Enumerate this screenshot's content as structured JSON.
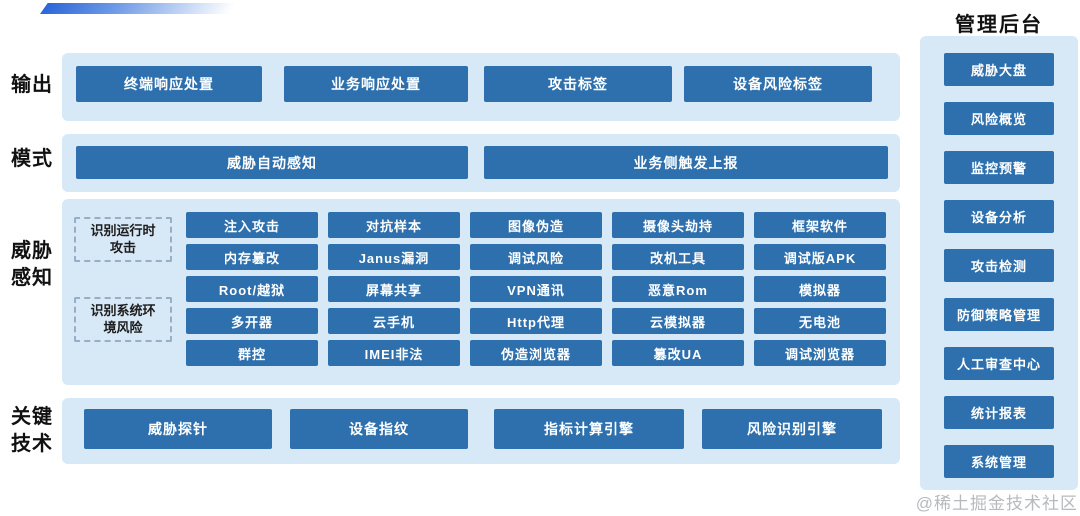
{
  "diagram": {
    "watermark": "@稀土掘金技术社区",
    "colors": {
      "button_blue": "#2d70ad",
      "panel_light_blue": "#d7e8f7",
      "accent_blue": "#2b66d8",
      "label_black": "#111111",
      "watermark_gray": "#b7babd"
    },
    "rows": {
      "output": {
        "label": "输出",
        "items": [
          "终端响应处置",
          "业务响应处置",
          "攻击标签",
          "设备风险标签"
        ]
      },
      "mode": {
        "label": "模式",
        "items": [
          "威胁自动感知",
          "业务侧触发上报"
        ]
      },
      "threat": {
        "label_lines": [
          "威胁",
          "感知"
        ],
        "sublabels": [
          {
            "lines": [
              "识别运行时",
              "攻击"
            ]
          },
          {
            "lines": [
              "识别系统环",
              "境风险"
            ]
          }
        ],
        "grid": [
          [
            "注入攻击",
            "对抗样本",
            "图像伪造",
            "摄像头劫持",
            "框架软件"
          ],
          [
            "内存篡改",
            "Janus漏洞",
            "调试风险",
            "改机工具",
            "调试版APK"
          ],
          [
            "Root/越狱",
            "屏幕共享",
            "VPN通讯",
            "恶意Rom",
            "模拟器"
          ],
          [
            "多开器",
            "云手机",
            "Http代理",
            "云模拟器",
            "无电池"
          ],
          [
            "群控",
            "IMEI非法",
            "伪造浏览器",
            "篡改UA",
            "调试浏览器"
          ]
        ]
      },
      "tech": {
        "label_lines": [
          "关键",
          "技术"
        ],
        "items": [
          "威胁探针",
          "设备指纹",
          "指标计算引擎",
          "风险识别引擎"
        ]
      }
    },
    "admin_panel": {
      "title": "管理后台",
      "items": [
        "威胁大盘",
        "风险概览",
        "监控预警",
        "设备分析",
        "攻击检测",
        "防御策略管理",
        "人工审查中心",
        "统计报表",
        "系统管理"
      ]
    }
  }
}
